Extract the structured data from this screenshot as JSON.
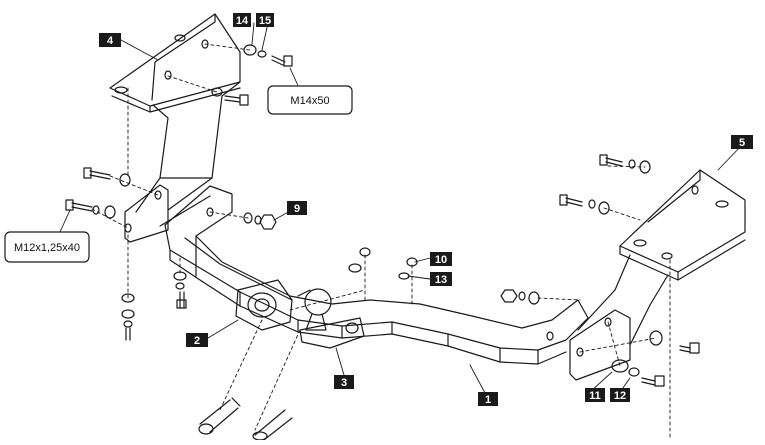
{
  "diagram": {
    "colors": {
      "line": "#1a1a1a",
      "badge": "#1a1a1a",
      "badge_text": "#ffffff",
      "background": "#ffffff"
    },
    "part_labels": [
      {
        "id": "p1",
        "text": "1"
      },
      {
        "id": "p2",
        "text": "2"
      },
      {
        "id": "p3",
        "text": "3"
      },
      {
        "id": "p4",
        "text": "4"
      },
      {
        "id": "p5",
        "text": "5"
      },
      {
        "id": "p9",
        "text": "9"
      },
      {
        "id": "p10",
        "text": "10"
      },
      {
        "id": "p11",
        "text": "11"
      },
      {
        "id": "p12",
        "text": "12"
      },
      {
        "id": "p13",
        "text": "13"
      },
      {
        "id": "p14",
        "text": "14"
      },
      {
        "id": "p15",
        "text": "15"
      }
    ],
    "callouts": {
      "bolt_top": "M14x50",
      "bolt_left": "M12x1,25x40"
    }
  }
}
